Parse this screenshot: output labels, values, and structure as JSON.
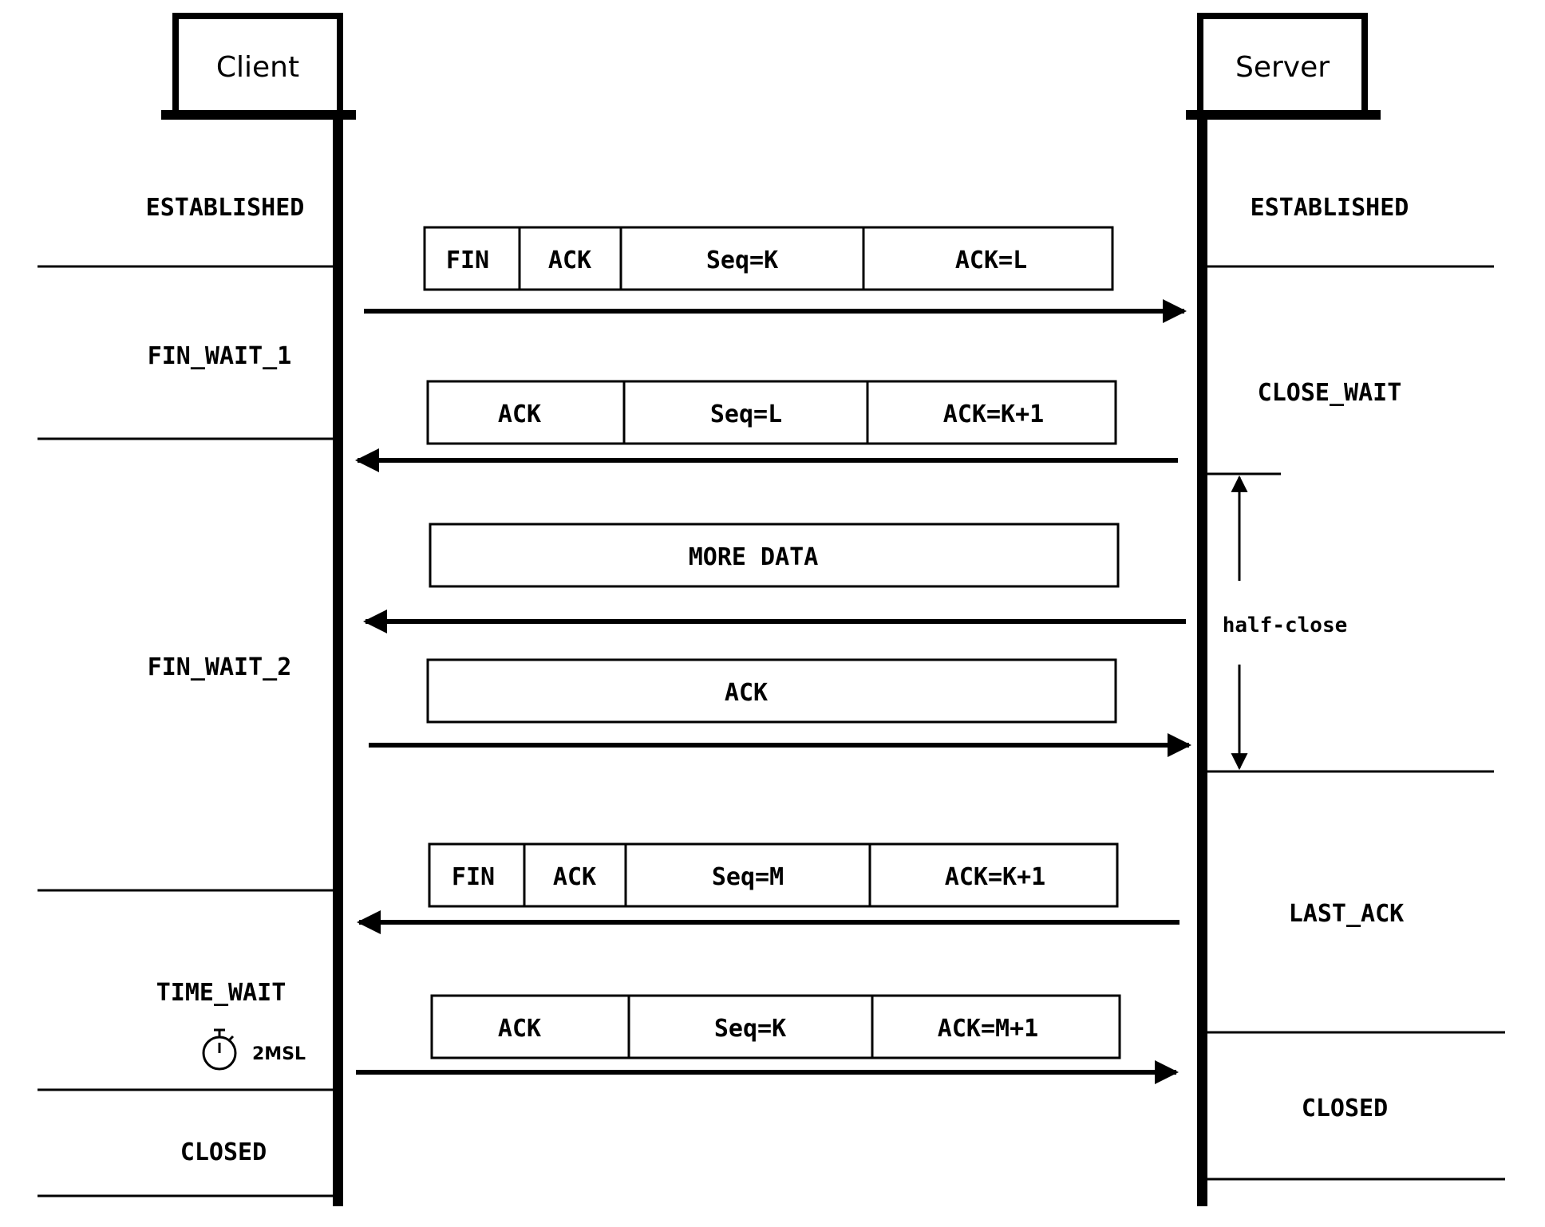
{
  "participants": {
    "client": "Client",
    "server": "Server"
  },
  "client_states": [
    "ESTABLISHED",
    "FIN_WAIT_1",
    "FIN_WAIT_2",
    "TIME_WAIT",
    "CLOSED"
  ],
  "server_states": [
    "ESTABLISHED",
    "CLOSE_WAIT",
    "LAST_ACK",
    "CLOSED"
  ],
  "timer_label": "2MSL",
  "half_close_label": "half-close",
  "segments": [
    {
      "direction": "client-to-server",
      "fields": [
        "FIN",
        "ACK",
        "Seq=K",
        "ACK=L"
      ]
    },
    {
      "direction": "server-to-client",
      "fields": [
        "ACK",
        "Seq=L",
        "ACK=K+1"
      ]
    },
    {
      "direction": "server-to-client",
      "fields": [
        "MORE DATA"
      ]
    },
    {
      "direction": "client-to-server",
      "fields": [
        "ACK"
      ]
    },
    {
      "direction": "server-to-client",
      "fields": [
        "FIN",
        "ACK",
        "Seq=M",
        "ACK=K+1"
      ]
    },
    {
      "direction": "client-to-server",
      "fields": [
        "ACK",
        "Seq=K",
        "ACK=M+1"
      ]
    }
  ]
}
